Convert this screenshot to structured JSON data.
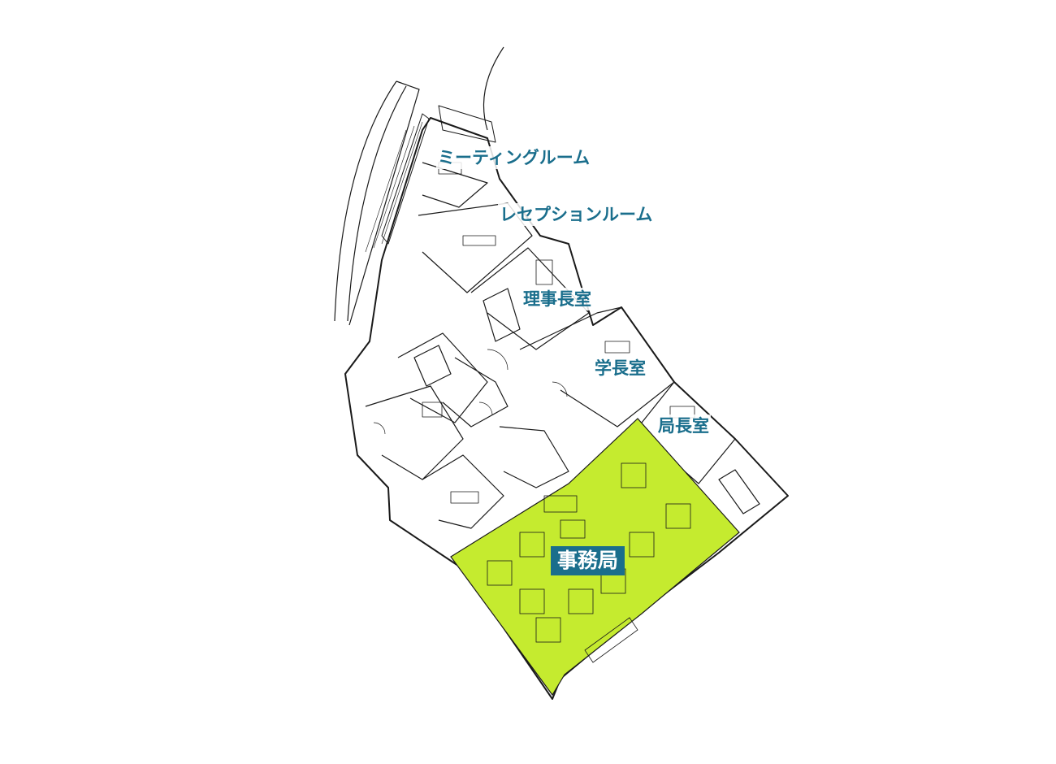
{
  "colors": {
    "label": "#1a6e8c",
    "highlight_fill": "#c5eb2f",
    "highlight_label_bg": "#1a6e8c",
    "highlight_label_text": "#ffffff",
    "line": "#1a1a1a"
  },
  "rooms": {
    "meeting_room": "ミーティングルーム",
    "reception_room": "レセプションルーム",
    "chairman_office": "理事長室",
    "president_office": "学長室",
    "director_office": "局長室",
    "secretariat": "事務局"
  }
}
